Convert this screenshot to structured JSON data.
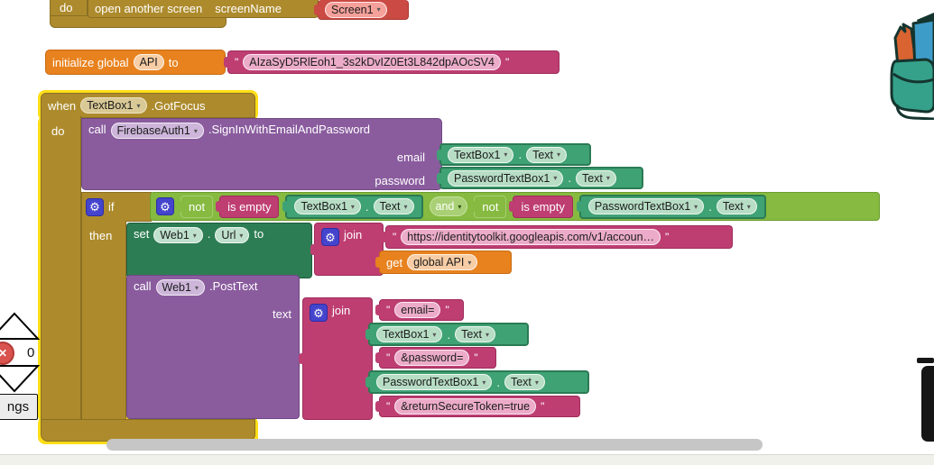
{
  "glyphs": {
    "dot": ".",
    "open_quote": "\"",
    "close_quote": "\""
  },
  "icons": {
    "gear": "⚙",
    "error_x": "✕"
  },
  "colors": {
    "control_gold": "#AD8B2D",
    "selection_highlight": "#FFDE17",
    "variables_orange": "#E8821E",
    "text_magenta": "#BE3E72",
    "logic_green": "#86BA40",
    "getter_green": "#3FA274",
    "setter_green": "#2D7D54",
    "call_purple": "#8A5C9E",
    "screen_red": "#CB4A44",
    "gear_blue": "#4444CC",
    "error_red": "#D9534F"
  },
  "open_screen": {
    "do_label": "do",
    "label": "open another screen",
    "param_label": "screenName",
    "screen_name": "Screen1"
  },
  "init_global": {
    "keyword": "initialize global",
    "var_name": "API",
    "to_label": "to",
    "value": "AIzaSyD5RlEoh1_3s2kDvIZ0Et3L842dpAOcSV4"
  },
  "when_event": {
    "when_label": "when",
    "component": "TextBox1",
    "event_name": ".GotFocus",
    "do_label": "do"
  },
  "signin_call": {
    "call_label": "call",
    "component": "FirebaseAuth1",
    "method_name": ".SignInWithEmailAndPassword",
    "email_label": "email",
    "password_label": "password"
  },
  "email_getter": {
    "component": "TextBox1",
    "property": "Text"
  },
  "password_getter": {
    "component": "PasswordTextBox1",
    "property": "Text"
  },
  "if_stmt": {
    "if_label": "if",
    "then_label": "then",
    "not1": "not",
    "empty1": "is empty",
    "and_label": "and",
    "not2": "not",
    "empty2": "is empty"
  },
  "cond1_getter": {
    "component": "TextBox1",
    "property": "Text"
  },
  "cond2_getter": {
    "component": "PasswordTextBox1",
    "property": "Text"
  },
  "set_url": {
    "set_label": "set",
    "component": "Web1",
    "property": "Url",
    "to_label": "to"
  },
  "join_url": {
    "label": "join",
    "url_text": "https://identitytoolkit.googleapis.com/v1/accoun…"
  },
  "get_global": {
    "get_label": "get",
    "var_name": "global API"
  },
  "post_call": {
    "call_label": "call",
    "component": "Web1",
    "method_name": ".PostText",
    "text_label": "text"
  },
  "join_post": {
    "label": "join",
    "args": [
      {
        "value": "email="
      },
      {
        "component": "TextBox1",
        "property": "Text"
      },
      {
        "value": "&password="
      },
      {
        "component": "PasswordTextBox1",
        "property": "Text"
      },
      {
        "value": "&returnSecureToken=true"
      }
    ]
  },
  "status": {
    "error_count": "0",
    "warnings_button_label": "ngs"
  }
}
